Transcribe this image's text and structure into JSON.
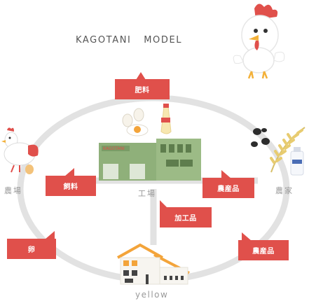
{
  "title": {
    "part1": "KAGOTANI",
    "part2": "MODEL"
  },
  "nodes": {
    "farm": "農場",
    "factory": "工場",
    "farmer": "農家",
    "shop": "yellow"
  },
  "flows": {
    "fertilizer": "肥料",
    "feed": "飼料",
    "produce_right": "農産品",
    "processed": "加工品",
    "eggs": "卵",
    "produce_bottom": "農産品"
  },
  "colors": {
    "accent": "#e0504b",
    "ring": "#e2e2e2",
    "factory_green": "#8fb07a",
    "house_orange": "#f3a43a"
  },
  "factory_sign": "KAGOTANI"
}
